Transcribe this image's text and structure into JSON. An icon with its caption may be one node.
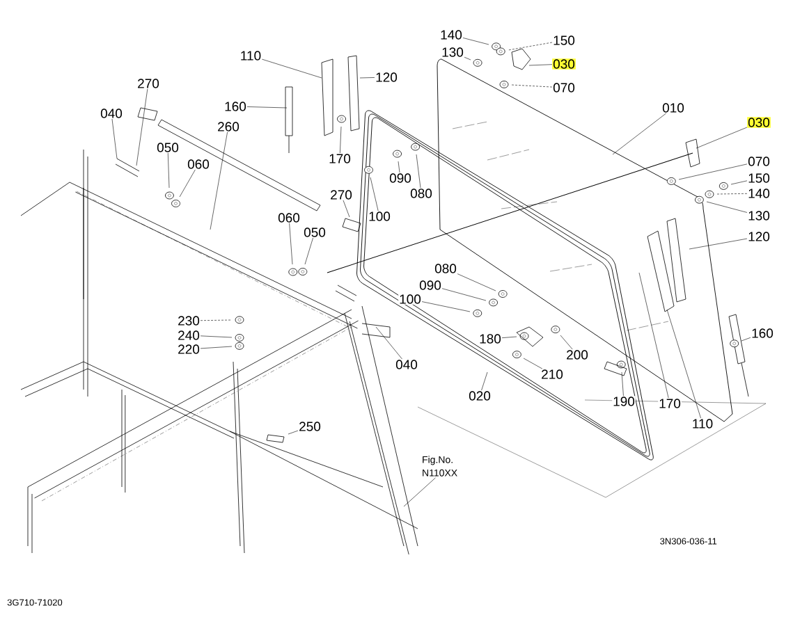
{
  "diagram": {
    "nodes": [
      {
        "text": [
          "140"
        ]
      },
      {
        "text": [
          "150"
        ]
      },
      {
        "text": [
          "130"
        ]
      },
      {
        "text": [
          "030"
        ]
      },
      {
        "text": [
          "070"
        ]
      },
      {
        "text": [
          "110"
        ]
      },
      {
        "text": [
          "120"
        ]
      },
      {
        "text": [
          "270"
        ]
      },
      {
        "text": [
          "160"
        ]
      },
      {
        "text": [
          "010"
        ]
      },
      {
        "text": [
          "030"
        ]
      },
      {
        "text": [
          "040"
        ]
      },
      {
        "text": [
          "260"
        ]
      },
      {
        "text": [
          "050"
        ]
      },
      {
        "text": [
          "060"
        ]
      },
      {
        "text": [
          "170"
        ]
      },
      {
        "text": [
          "070"
        ]
      },
      {
        "text": [
          "150"
        ]
      },
      {
        "text": [
          "090"
        ]
      },
      {
        "text": [
          "080"
        ]
      },
      {
        "text": [
          "140"
        ]
      },
      {
        "text": [
          "270"
        ]
      },
      {
        "text": [
          "100"
        ]
      },
      {
        "text": [
          "130"
        ]
      },
      {
        "text": [
          "060"
        ]
      },
      {
        "text": [
          "050"
        ]
      },
      {
        "text": [
          "120"
        ]
      },
      {
        "text": [
          "080"
        ]
      },
      {
        "text": [
          "090"
        ]
      },
      {
        "text": [
          "100"
        ]
      },
      {
        "text": [
          "180"
        ]
      },
      {
        "text": [
          "160"
        ]
      },
      {
        "text": [
          "230"
        ]
      },
      {
        "text": [
          "240"
        ]
      },
      {
        "text": [
          "220"
        ]
      },
      {
        "text": [
          "200"
        ]
      },
      {
        "text": [
          "210"
        ]
      },
      {
        "text": [
          "040"
        ]
      },
      {
        "text": [
          "020"
        ]
      },
      {
        "text": [
          "190"
        ]
      },
      {
        "text": [
          "170"
        ]
      },
      {
        "text": [
          "110"
        ]
      },
      {
        "text": [
          "250"
        ]
      },
      {
        "text": [
          "Fig.No. N110XX"
        ]
      }
    ],
    "edges": [
      {
        "from": 0,
        "to": null,
        "arrow": "none"
      },
      {
        "from": 1,
        "to": null,
        "arrow": "none",
        "style": "dashed"
      },
      {
        "from": 2,
        "to": null,
        "arrow": "none"
      },
      {
        "from": 3,
        "to": null,
        "arrow": "none"
      },
      {
        "from": 4,
        "to": null,
        "arrow": "none",
        "style": "dashed"
      },
      {
        "from": 5,
        "to": null,
        "arrow": "none"
      },
      {
        "from": 6,
        "to": null,
        "arrow": "none"
      },
      {
        "from": 7,
        "to": null,
        "arrow": "none"
      },
      {
        "from": 8,
        "to": null,
        "arrow": "none"
      },
      {
        "from": 9,
        "to": null,
        "arrow": "none"
      },
      {
        "from": 10,
        "to": null,
        "arrow": "none"
      },
      {
        "from": 11,
        "to": null,
        "arrow": "none"
      },
      {
        "from": 12,
        "to": null,
        "arrow": "none"
      },
      {
        "from": 13,
        "to": null,
        "arrow": "none"
      },
      {
        "from": 14,
        "to": null,
        "arrow": "none"
      },
      {
        "from": 15,
        "to": null,
        "arrow": "none"
      },
      {
        "from": 16,
        "to": null,
        "arrow": "none"
      },
      {
        "from": 17,
        "to": null,
        "arrow": "none"
      },
      {
        "from": 18,
        "to": null,
        "arrow": "none"
      },
      {
        "from": 19,
        "to": null,
        "arrow": "none"
      },
      {
        "from": 20,
        "to": null,
        "arrow": "none",
        "style": "dashed"
      },
      {
        "from": 21,
        "to": null,
        "arrow": "none"
      },
      {
        "from": 22,
        "to": null,
        "arrow": "none"
      },
      {
        "from": 23,
        "to": null,
        "arrow": "none"
      },
      {
        "from": 24,
        "to": null,
        "arrow": "none"
      },
      {
        "from": 25,
        "to": null,
        "arrow": "none"
      },
      {
        "from": 26,
        "to": null,
        "arrow": "none"
      },
      {
        "from": 27,
        "to": null,
        "arrow": "none"
      },
      {
        "from": 28,
        "to": null,
        "arrow": "none"
      },
      {
        "from": 29,
        "to": null,
        "arrow": "none"
      },
      {
        "from": 30,
        "to": null,
        "arrow": "none"
      },
      {
        "from": 31,
        "to": null,
        "arrow": "none"
      },
      {
        "from": 32,
        "to": null,
        "arrow": "none",
        "style": "dashed"
      },
      {
        "from": 33,
        "to": null,
        "arrow": "none"
      },
      {
        "from": 34,
        "to": null,
        "arrow": "none"
      },
      {
        "from": 35,
        "to": null,
        "arrow": "none"
      },
      {
        "from": 36,
        "to": null,
        "arrow": "none"
      },
      {
        "from": 37,
        "to": null,
        "arrow": "none"
      },
      {
        "from": 38,
        "to": null,
        "arrow": "none"
      },
      {
        "from": 39,
        "to": null,
        "arrow": "none"
      },
      {
        "from": 40,
        "to": null,
        "arrow": "none"
      },
      {
        "from": 41,
        "to": null,
        "arrow": "none"
      },
      {
        "from": 42,
        "to": null,
        "arrow": "none"
      },
      {
        "from": 43,
        "to": null,
        "arrow": "none"
      }
    ],
    "labels": [
      "3N306-036-11",
      "3G710-71020"
    ]
  }
}
